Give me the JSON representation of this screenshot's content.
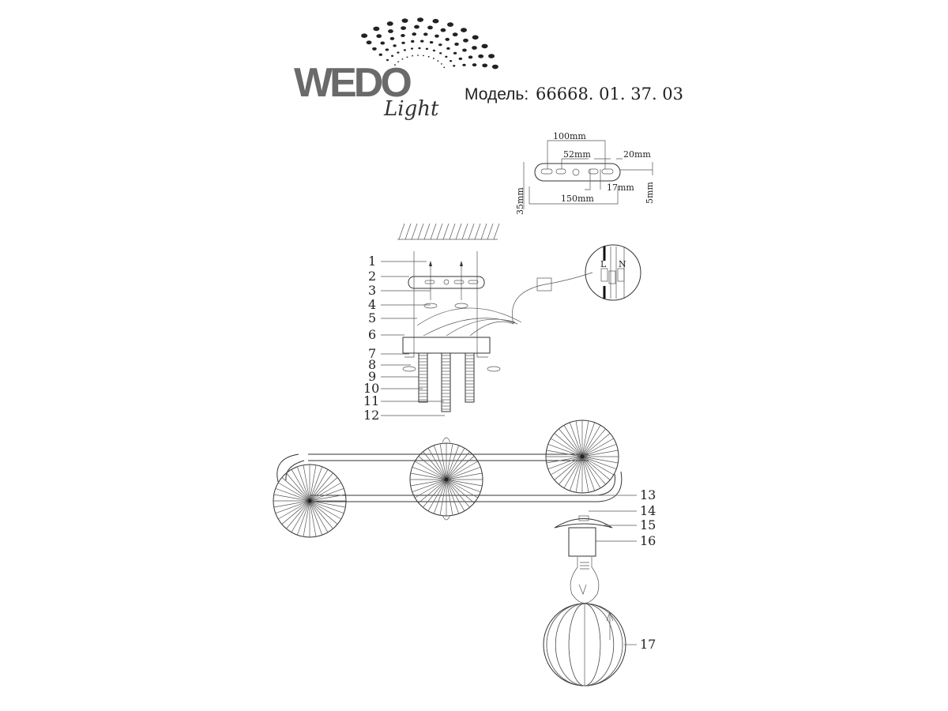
{
  "logo": {
    "brand": "WEDO",
    "script": "Light"
  },
  "model": {
    "label": "Модель:",
    "number": "66668. 01. 37. 03"
  },
  "bracket_dimensions": {
    "width_100": "100mm",
    "spacing_52": "52mm",
    "offset_20": "20mm",
    "offset_17": "17mm",
    "length_150": "150mm",
    "height_35": "35mm",
    "thickness_5": "5mm"
  },
  "wiring": {
    "live": "L",
    "neutral": "N"
  },
  "parts": [
    "1",
    "2",
    "3",
    "4",
    "5",
    "6",
    "7",
    "8",
    "9",
    "10",
    "11",
    "12",
    "13",
    "14",
    "15",
    "16",
    "17"
  ]
}
